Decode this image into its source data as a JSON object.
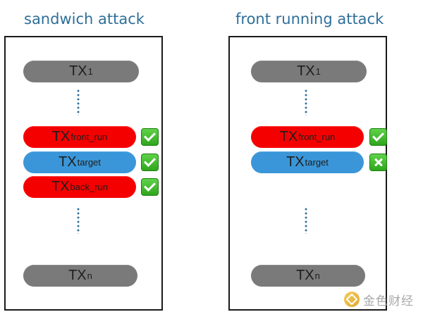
{
  "panels": [
    {
      "title": "sandwich attack",
      "tx_first": {
        "main": "TX",
        "sub": "1"
      },
      "tx_front_run": {
        "main": "TX",
        "sub": "front_run",
        "status": "check"
      },
      "tx_target": {
        "main": "TX",
        "sub": "target",
        "status": "check"
      },
      "tx_back_run": {
        "main": "TX",
        "sub": "back_run",
        "status": "check"
      },
      "tx_last": {
        "main": "TX",
        "sub": "n"
      }
    },
    {
      "title": "front running attack",
      "tx_first": {
        "main": "TX",
        "sub": "1"
      },
      "tx_front_run": {
        "main": "TX",
        "sub": "front_run",
        "status": "check"
      },
      "tx_target": {
        "main": "TX",
        "sub": "target",
        "status": "cross"
      },
      "tx_last": {
        "main": "TX",
        "sub": "n"
      }
    }
  ],
  "colors": {
    "title": "#2e6f9a",
    "gray_tx": "#7a7a7a",
    "attacker_tx": "#f40000",
    "target_tx": "#3a96d8",
    "status_badge": "#3cb82a"
  },
  "icons": {
    "check": "check-mark-icon",
    "cross": "cross-mark-icon"
  },
  "watermark": {
    "text": "金色财经",
    "logo": "jinse-logo"
  }
}
